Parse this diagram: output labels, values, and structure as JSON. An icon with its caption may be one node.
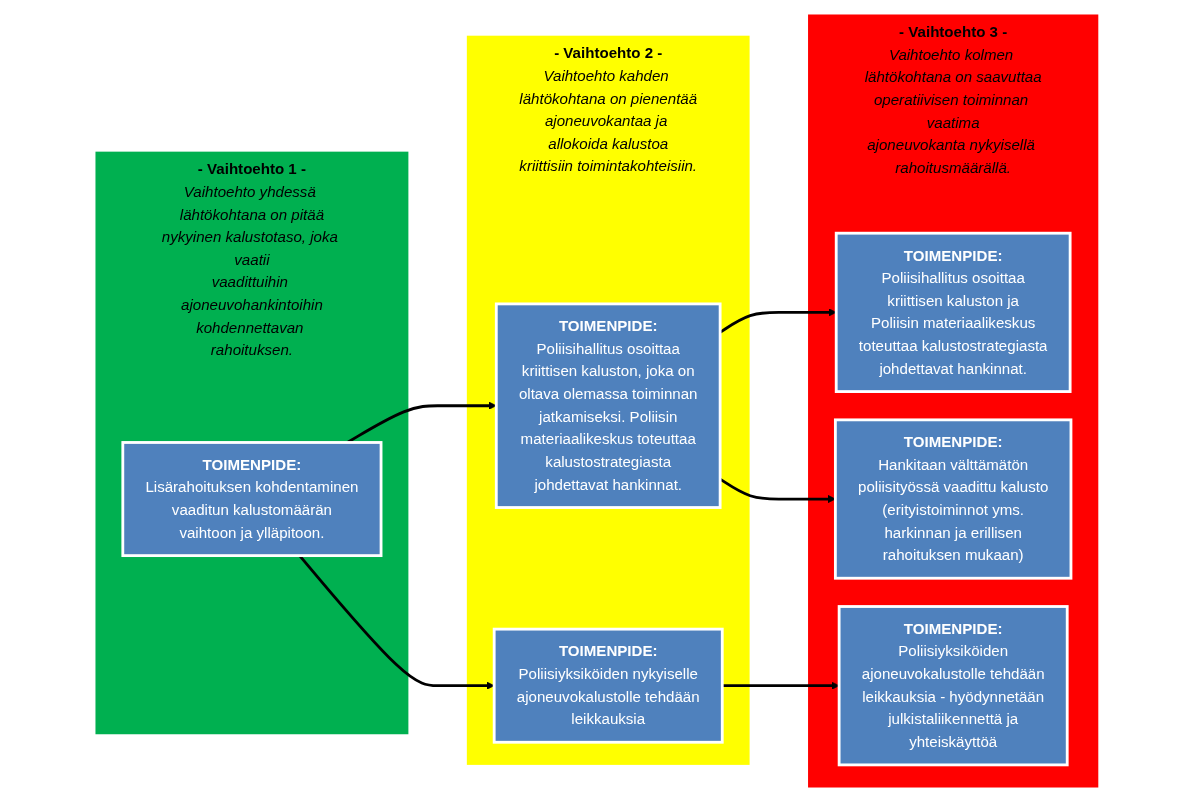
{
  "diagram": {
    "nodes": [
      {
        "text": [
          "- Vaihtoehto 1 -",
          "Vaihtoehto yhdessä lähtökohtana on pitää nykyinen kalustotaso, joka vaatii vaadittuihin ajoneuvohankintoihin kohdennettavan rahoituksen."
        ]
      },
      {
        "text": [
          "TOIMENPIDE:",
          "Lisärahoituksen kohdentaminen vaaditun kalustomäärän vaihtoon ja ylläpitoon."
        ],
        "in": 0
      },
      {
        "text": [
          "- Vaihtoehto 2 -",
          "Vaihtoehto kahden lähtökohtana on pienentää ajoneuvokantaa ja allokoida kalustoa kriittisiin toimintakohteisiin."
        ]
      },
      {
        "text": [
          "TOIMENPIDE:",
          "Poliisihallitus osoittaa kriittisen kaluston, joka on oltava olemassa toiminnan jatkamiseksi. Poliisin materiaalikeskus toteuttaa kalustostrategiasta johdettavat hankinnat."
        ],
        "in": 2
      },
      {
        "text": [
          "TOIMENPIDE:",
          "Poliisiyksiköiden nykyiselle ajoneuvokalustolle tehdään leikkauksia"
        ],
        "in": 2
      },
      {
        "text": [
          "- Vaihtoehto 3 -",
          "Vaihtoehto kolmen lähtökohtana on saavuttaa operatiivisen toiminnan vaatima ajoneuvokanta nykyisellä rahoitusmäärällä."
        ]
      },
      {
        "text": [
          "TOIMENPIDE:",
          "Poliisihallitus osoittaa kriittisen kaluston ja Poliisin materiaalikeskus toteuttaa kalustostrategiasta johdettavat hankinnat."
        ],
        "in": 5
      },
      {
        "text": [
          "TOIMENPIDE:",
          "Hankitaan välttämätön poliisityössä vaadittu kalusto (erityistoiminnot yms. harkinnan ja erillisen rahoituksen mukaan)"
        ],
        "in": 5
      },
      {
        "text": [
          "TOIMENPIDE:",
          "Poliisiyksiköiden ajoneuvokalustolle tehdään leikkauksia - hyödynnetään julkistaliikennettä ja yhteiskäyttöä"
        ],
        "in": 5
      }
    ],
    "edges": [
      {
        "from": 1,
        "to": 3,
        "arrow": "to"
      },
      {
        "from": 1,
        "to": 4,
        "arrow": "to"
      },
      {
        "from": 3,
        "to": 6,
        "arrow": "to"
      },
      {
        "from": 3,
        "to": 7,
        "arrow": "to"
      },
      {
        "from": 4,
        "to": 8,
        "arrow": "to"
      }
    ]
  }
}
